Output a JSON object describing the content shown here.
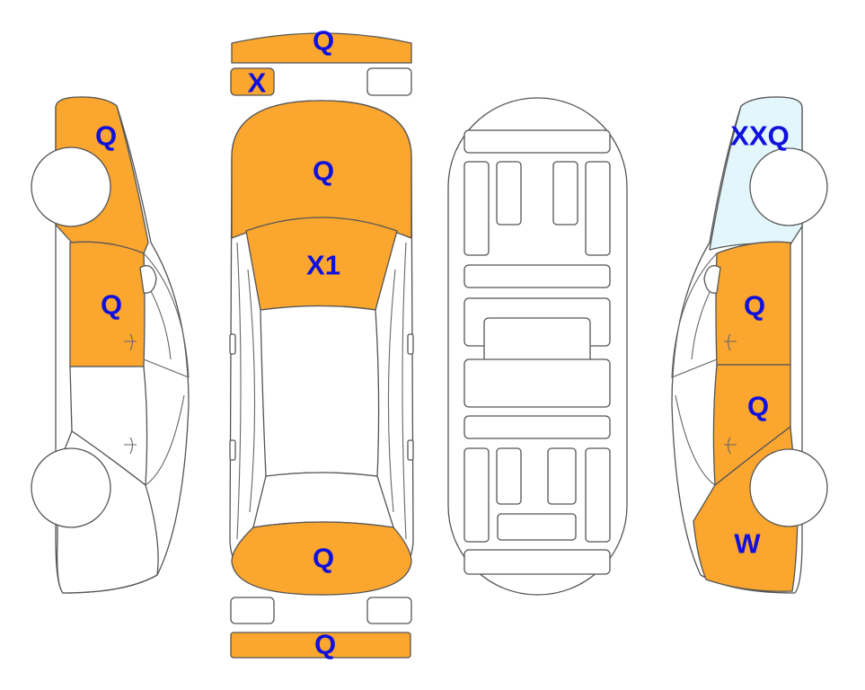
{
  "colors": {
    "damaged": "#FAA62F",
    "glass_replaced": "#E2F6FB",
    "untouched": "#FFFFFF",
    "code_text": "#1111DD",
    "outline": "#555555"
  },
  "panels": {
    "front_bumper_top": {
      "code": "Q",
      "state": "damaged"
    },
    "front_left_light": {
      "code": "X",
      "state": "damaged"
    },
    "front_right_light": {
      "code": "",
      "state": "untouched"
    },
    "hood": {
      "code": "Q",
      "state": "damaged"
    },
    "windshield": {
      "code": "X1",
      "state": "damaged"
    },
    "roof": {
      "code": "",
      "state": "untouched"
    },
    "rear_window": {
      "code": "",
      "state": "untouched"
    },
    "trunk": {
      "code": "Q",
      "state": "damaged"
    },
    "rear_left_light": {
      "code": "",
      "state": "untouched"
    },
    "rear_right_light": {
      "code": "",
      "state": "untouched"
    },
    "rear_bumper": {
      "code": "Q",
      "state": "damaged"
    },
    "left_front_fender": {
      "code": "Q",
      "state": "damaged"
    },
    "left_front_door": {
      "code": "Q",
      "state": "damaged"
    },
    "left_rear_door": {
      "code": "",
      "state": "untouched"
    },
    "left_rear_fender": {
      "code": "",
      "state": "untouched"
    },
    "right_front_fender": {
      "code": "XXQ",
      "state": "glass_replaced"
    },
    "right_front_door": {
      "code": "Q",
      "state": "damaged"
    },
    "right_rear_door": {
      "code": "Q",
      "state": "damaged"
    },
    "right_rear_fender": {
      "code": "W",
      "state": "damaged"
    }
  }
}
